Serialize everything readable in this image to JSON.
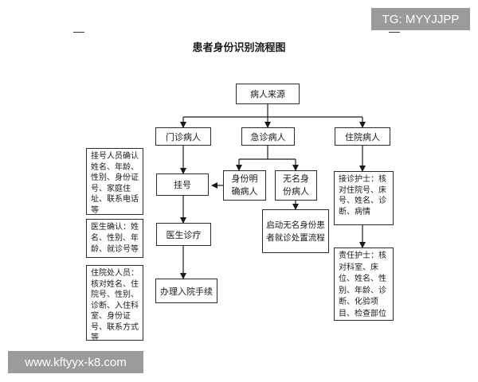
{
  "title": "患者身份识别流程图",
  "nodes": {
    "source": "病人来源",
    "outpatient": "门诊病人",
    "emergency": "急诊病人",
    "inpatient": "住院病人",
    "registration": "挂号",
    "identity_known": "身份明\n确病人",
    "anonymous": "无名身\n份病人",
    "anonymous_process": "启动无名身份患\n者就诊处置流程",
    "doctor_visit": "医生诊疗",
    "admission": "办理入院手续",
    "reception_nurse": "接诊护士：核\n对住院号、床\n号、姓名、诊\n断、病情",
    "duty_nurse": "责任护士：核\n对科室、床\n位、姓名、性\n别、年龄、诊\n断、化验项\n目、检查部位",
    "registrar_note": "挂号人员确认\n姓名、年龄、\n性别、身份证\n号、家庭住\n址、联系电话\n等",
    "doctor_note": "医生确认：姓\n名、性别、年\n龄、就诊号等",
    "admission_note": "住院处人员：\n核对姓名、住\n院号、性别、\n诊断、入住科\n室、身份证\n号、联系方式\n等"
  },
  "watermarks": {
    "tg": "TG: MYYJJPP",
    "url": "www.kftyyx-k8.com"
  }
}
